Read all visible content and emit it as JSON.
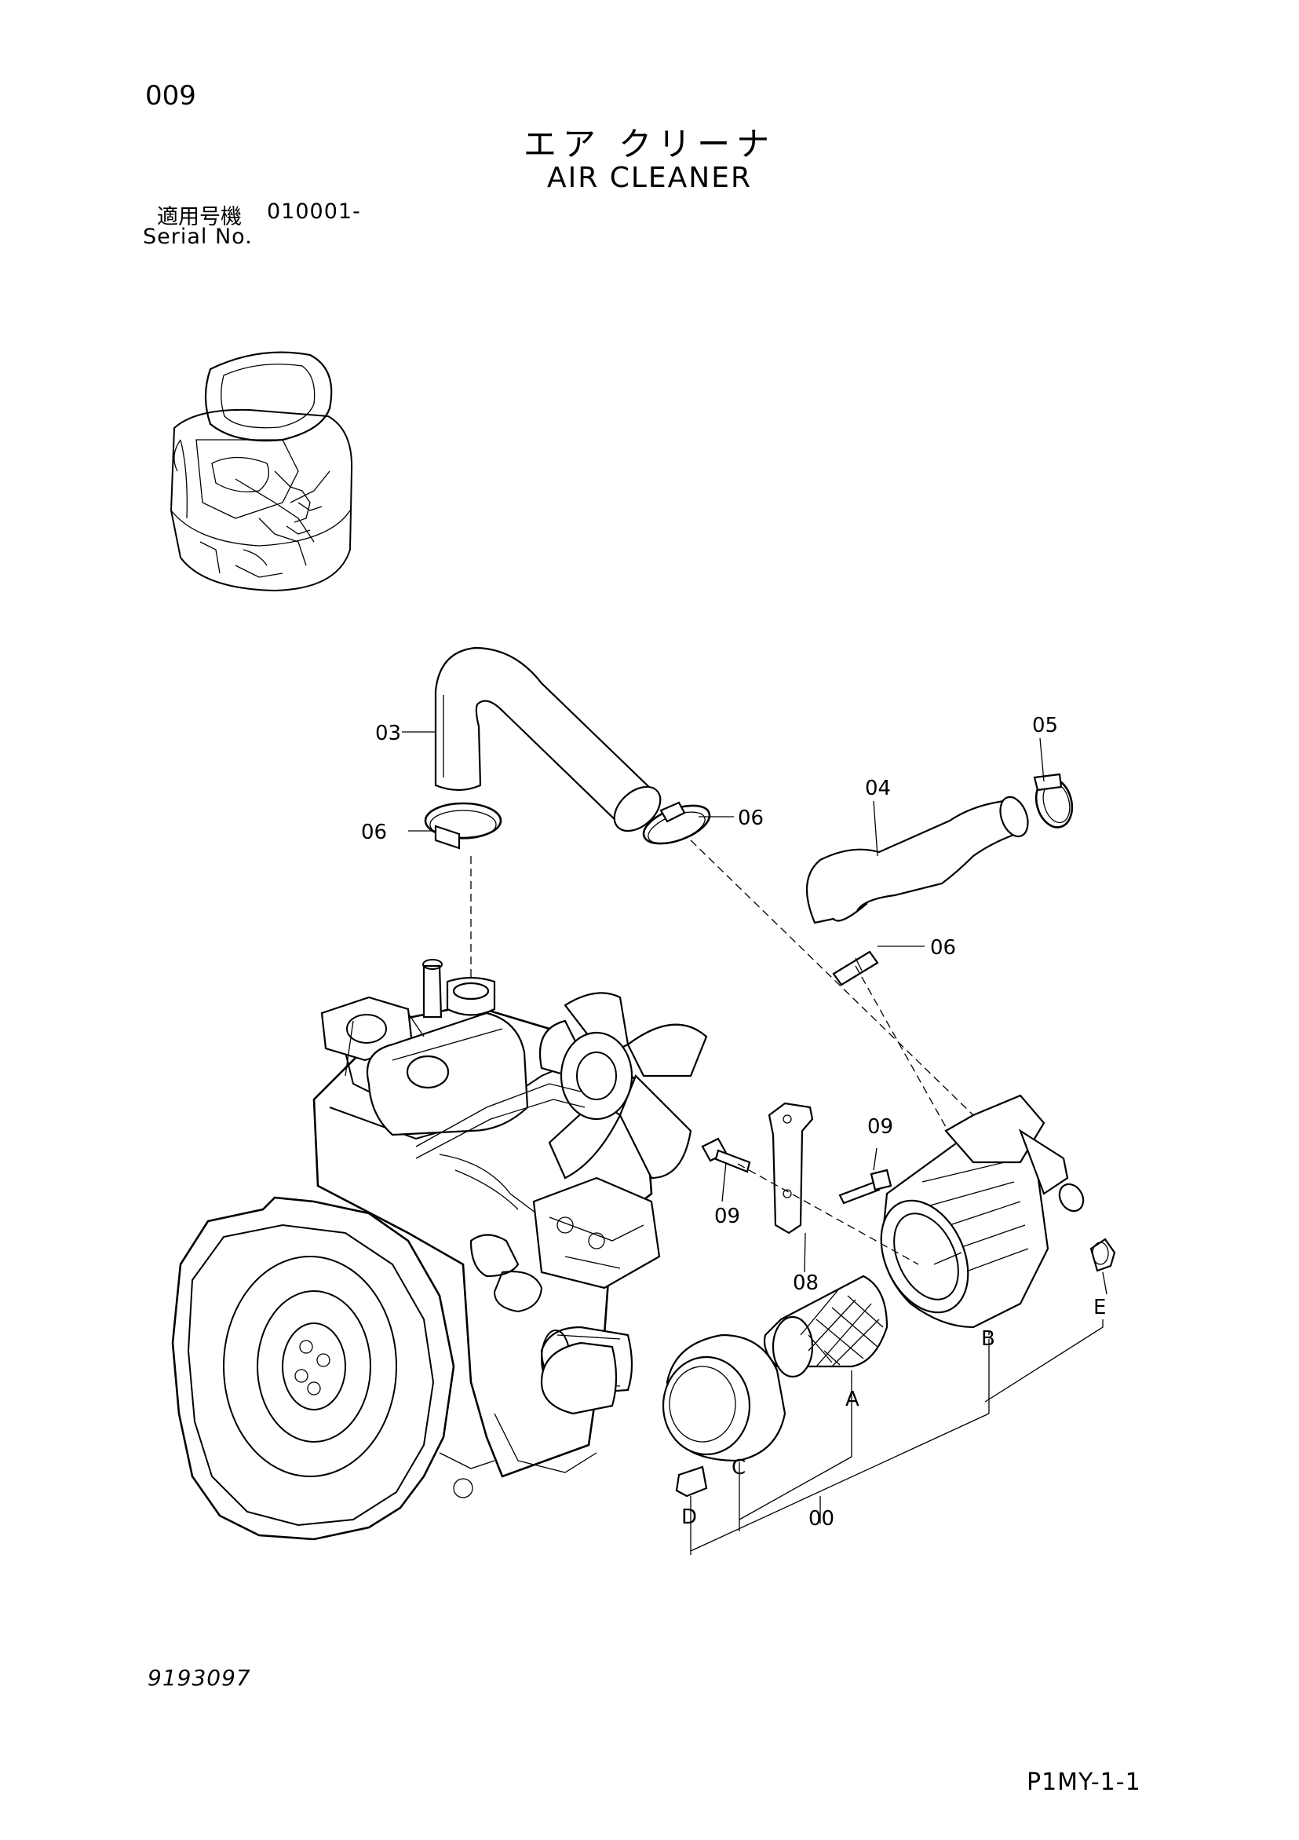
{
  "header": {
    "page_number": "009",
    "title_jp": "エア クリーナ",
    "title_en": "AIR CLEANER",
    "serial_label_jp": "適用号機",
    "serial_value": "010001-",
    "serial_label_en": "Serial No."
  },
  "callouts": {
    "c03": "03",
    "c05": "05",
    "c04": "04",
    "c06a": "06",
    "c06b": "06",
    "c06c": "06",
    "c09a": "09",
    "c09b": "09",
    "c08": "08",
    "cE": "E",
    "cB": "B",
    "cA": "A",
    "cC": "C",
    "cD": "D",
    "c00": "00"
  },
  "footer": {
    "illustration_number": "9193097",
    "sheet_reference": "P1MY-1-1"
  }
}
